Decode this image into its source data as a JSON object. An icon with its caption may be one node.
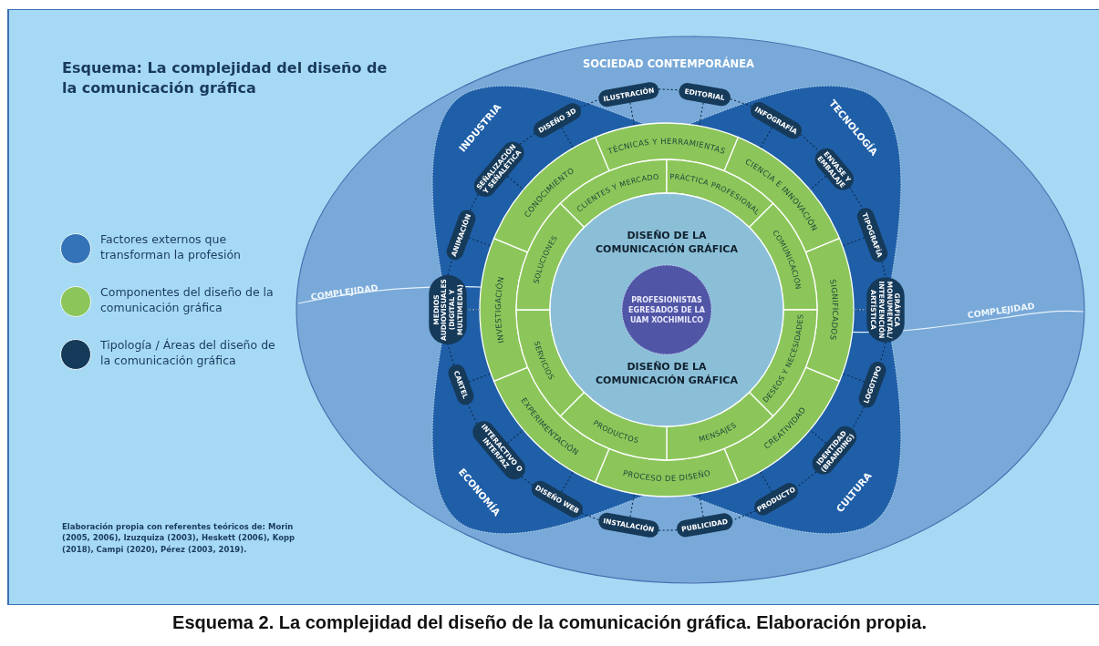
{
  "diagram": {
    "title": "Esquema: La complejidad del diseño de la comunicación gráfica",
    "caption": "Esquema 2. La complejidad del diseño de la comunicación gráfica. Elaboración propia.",
    "nodes": [
      {
        "text": [
          "SOCIEDAD CONTEMPORÁNEA"
        ]
      },
      {
        "text": [
          "INDUSTRIA"
        ],
        "in": 0
      },
      {
        "text": [
          "TECNOLOGÍA"
        ],
        "in": 0
      },
      {
        "text": [
          "ECONOMÍA"
        ],
        "in": 0
      },
      {
        "text": [
          "CULTURA"
        ],
        "in": 0
      },
      {
        "text": [
          "ILUSTRACIÓN"
        ],
        "in": 0
      },
      {
        "text": [
          "EDITORIAL"
        ],
        "in": 0
      },
      {
        "text": [
          "INFOGRAFÍA"
        ],
        "in": 2
      },
      {
        "text": [
          "ENVASE Y EMBALAJE"
        ],
        "in": 2
      },
      {
        "text": [
          "TIPOGRAFÍA"
        ],
        "in": 2
      },
      {
        "text": [
          "GRÁFICA MONUMENTAL/ INTERVENCIÓN ARTÍSTICA"
        ],
        "in": 0
      },
      {
        "text": [
          "LOGOTIPO"
        ],
        "in": 4
      },
      {
        "text": [
          "IDENTIDAD (BRANDING)"
        ],
        "in": 4
      },
      {
        "text": [
          "PRODUCTO"
        ],
        "in": 4
      },
      {
        "text": [
          "PUBLICIDAD"
        ],
        "in": 0
      },
      {
        "text": [
          "INSTALACIÓN"
        ],
        "in": 0
      },
      {
        "text": [
          "DISEÑO WEB"
        ],
        "in": 3
      },
      {
        "text": [
          "INTERACTIVO O INTERFAZ"
        ],
        "in": 3
      },
      {
        "text": [
          "CARTEL"
        ],
        "in": 3
      },
      {
        "text": [
          "MEDIOS AUDIOVISUALES (DIGITAL Y MULTIMEDIA)"
        ],
        "in": 0
      },
      {
        "text": [
          "ANIMACIÓN"
        ],
        "in": 1
      },
      {
        "text": [
          "SEÑALIZACIÓN Y SEÑALÉTICA"
        ],
        "in": 1
      },
      {
        "text": [
          "DISEÑO 3D"
        ],
        "in": 1
      },
      {
        "text": [
          "TÉCNICAS Y HERRAMIENTAS"
        ],
        "in": 0
      },
      {
        "text": [
          "CIENCIA E INNOVACIÓN"
        ],
        "in": 0
      },
      {
        "text": [
          "SIGNIFICADOS"
        ],
        "in": 0
      },
      {
        "text": [
          "CREATIVIDAD"
        ],
        "in": 0
      },
      {
        "text": [
          "PROCESO DE DISEÑO"
        ],
        "in": 0
      },
      {
        "text": [
          "EXPERIMENTACIÓN"
        ],
        "in": 0
      },
      {
        "text": [
          "INVESTIGACIÓN"
        ],
        "in": 0
      },
      {
        "text": [
          "CONOCIMIENTO"
        ],
        "in": 0
      },
      {
        "text": [
          "CLIENTES Y MERCADO"
        ],
        "in": 0
      },
      {
        "text": [
          "PRÁCTICA PROFESIONAL"
        ],
        "in": 0
      },
      {
        "text": [
          "COMUNICACIÓN"
        ],
        "in": 0
      },
      {
        "text": [
          "DESEOS Y NECESIDADES"
        ],
        "in": 0
      },
      {
        "text": [
          "MENSAJES"
        ],
        "in": 0
      },
      {
        "text": [
          "PRODUCTOS"
        ],
        "in": 0
      },
      {
        "text": [
          "SERVICIOS"
        ],
        "in": 0
      },
      {
        "text": [
          "SOLUCIONES"
        ],
        "in": 0
      },
      {
        "text": [
          "DISEÑO DE LA COMUNICACIÓN GRÁFICA",
          "DISEÑO DE LA COMUNICACIÓN GRÁFICA"
        ],
        "in": 0
      },
      {
        "text": [
          "PROFESIONISTAS EGRESADOS DE LA UAM XOCHIMILCO"
        ],
        "in": 39
      }
    ],
    "edges": [
      {
        "from": 5,
        "to": 6,
        "arrow": "none",
        "style": "dashed"
      },
      {
        "from": 6,
        "to": 7,
        "arrow": "none",
        "style": "dashed"
      },
      {
        "from": 7,
        "to": 8,
        "arrow": "none",
        "style": "dashed"
      },
      {
        "from": 8,
        "to": 9,
        "arrow": "none",
        "style": "dashed"
      },
      {
        "from": 9,
        "to": 10,
        "arrow": "none",
        "style": "dashed"
      },
      {
        "from": 10,
        "to": 11,
        "arrow": "none",
        "style": "dashed"
      },
      {
        "from": 11,
        "to": 12,
        "arrow": "none",
        "style": "dashed"
      },
      {
        "from": 12,
        "to": 13,
        "arrow": "none",
        "style": "dashed"
      },
      {
        "from": 13,
        "to": 14,
        "arrow": "none",
        "style": "dashed"
      },
      {
        "from": 14,
        "to": 15,
        "arrow": "none",
        "style": "dashed"
      },
      {
        "from": 15,
        "to": 16,
        "arrow": "none",
        "style": "dashed"
      },
      {
        "from": 16,
        "to": 17,
        "arrow": "none",
        "style": "dashed"
      },
      {
        "from": 17,
        "to": 18,
        "arrow": "none",
        "style": "dashed"
      },
      {
        "from": 18,
        "to": 19,
        "arrow": "none",
        "style": "dashed"
      },
      {
        "from": 19,
        "to": 20,
        "arrow": "none",
        "style": "dashed"
      },
      {
        "from": 20,
        "to": 21,
        "arrow": "none",
        "style": "dashed"
      },
      {
        "from": 21,
        "to": 22,
        "arrow": "none",
        "style": "dashed"
      },
      {
        "from": 22,
        "to": 5,
        "arrow": "none",
        "style": "dashed"
      },
      {
        "from": 5,
        "to": 23,
        "arrow": "none",
        "style": "dashed"
      },
      {
        "from": 6,
        "to": 23,
        "arrow": "none",
        "style": "dashed"
      },
      {
        "from": 7,
        "to": 24,
        "arrow": "none",
        "style": "dashed"
      },
      {
        "from": 8,
        "to": 24,
        "arrow": "none",
        "style": "dashed"
      },
      {
        "from": 9,
        "to": 25,
        "arrow": "none",
        "style": "dashed"
      },
      {
        "from": 10,
        "to": 25,
        "arrow": "none",
        "style": "dashed"
      },
      {
        "from": 11,
        "to": 25,
        "arrow": "none",
        "style": "dashed"
      },
      {
        "from": 12,
        "to": 26,
        "arrow": "none",
        "style": "dashed"
      },
      {
        "from": 13,
        "to": 26,
        "arrow": "none",
        "style": "dashed"
      },
      {
        "from": 14,
        "to": 27,
        "arrow": "none",
        "style": "dashed"
      },
      {
        "from": 15,
        "to": 27,
        "arrow": "none",
        "style": "dashed"
      },
      {
        "from": 16,
        "to": 28,
        "arrow": "none",
        "style": "dashed"
      },
      {
        "from": 17,
        "to": 28,
        "arrow": "none",
        "style": "dashed"
      },
      {
        "from": 18,
        "to": 28,
        "arrow": "none",
        "style": "dashed"
      },
      {
        "from": 19,
        "to": 29,
        "arrow": "none",
        "style": "dashed"
      },
      {
        "from": 20,
        "to": 29,
        "arrow": "none",
        "style": "dashed"
      },
      {
        "from": 21,
        "to": 30,
        "arrow": "none",
        "style": "dashed"
      },
      {
        "from": 22,
        "to": 30,
        "arrow": "none",
        "style": "dashed"
      }
    ],
    "labels": [
      "COMPLEJIDAD",
      "COMPLEJIDAD",
      "Elaboración propia con referentes teóricos de: Morin (2005, 2006), Izuzquiza (2003), Heskett (2006), Kopp (2018), Campi (2020), Pérez (2003, 2019)."
    ],
    "legend": [
      {
        "text": "Factores externos que transforman la profesión",
        "color": "#3473b7"
      },
      {
        "text": "Componentes del diseño de la comunicación gráfica",
        "color": "#8cc65a"
      },
      {
        "text": "Tipología / Áreas del diseño de la comunicación gráfica",
        "color": "#163a5a"
      }
    ]
  }
}
